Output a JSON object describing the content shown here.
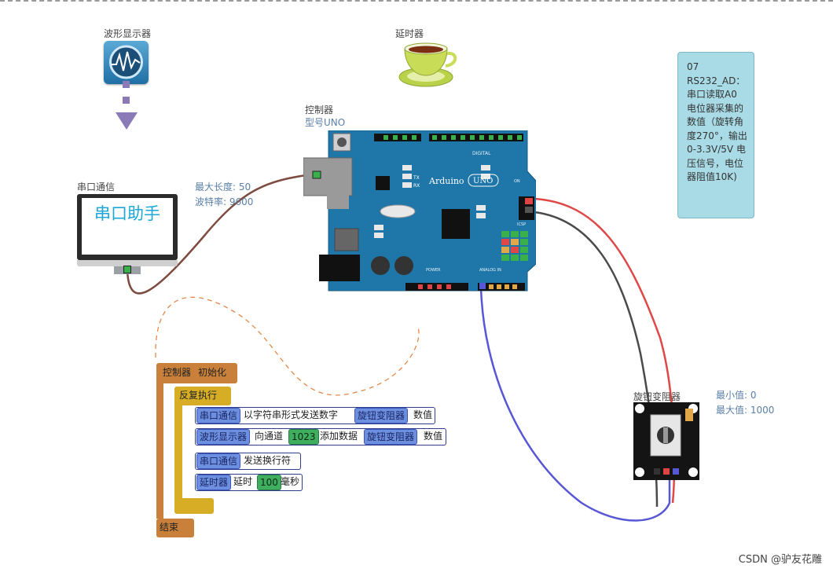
{
  "components": {
    "scope": {
      "label": "波形显示器"
    },
    "delay": {
      "label": "延时器"
    },
    "controller": {
      "label": "控制器",
      "model": "型号UNO"
    },
    "serial": {
      "label": "串口通信",
      "screen_text": "串口助手",
      "max_length": "最大长度: 50",
      "baud_rate": "波特率: 9600"
    },
    "potentiometer": {
      "label": "旋钮变阻器",
      "min": "最小值: 0",
      "max": "最大值: 1000"
    }
  },
  "board": {
    "name": "Arduino",
    "model": "UNO",
    "digital": "DIGITAL",
    "analog": "ANALOG IN",
    "power": "POWER",
    "icsp": "ICSP",
    "on": "ON",
    "tx": "TX",
    "rx": "RX"
  },
  "note": {
    "text": "07 RS232_AD：串口读取A0 电位器采集的数值（旋转角度270°，输出0-3.3V/5V 电压信号，电位器阻值10K)"
  },
  "program": {
    "init_target": "控制器",
    "init_action": "初始化",
    "loop_label": "反复执行",
    "statements": [
      {
        "target": "串口通信",
        "text1": "以字符串形式发送数字",
        "arg_target": "旋钮变阻器",
        "arg_prop": "数值"
      },
      {
        "target": "波形显示器",
        "text1": "向通道",
        "num": "1023",
        "text2": "添加数据",
        "arg_target": "旋钮变阻器",
        "arg_prop": "数值"
      },
      {
        "target": "串口通信",
        "text1": "发送换行符"
      },
      {
        "target": "延时器",
        "text1": "延时",
        "num": "100",
        "text2": "毫秒"
      }
    ],
    "end_label": "结束"
  },
  "watermark": "CSDN @驴友花雕",
  "colors": {
    "wire_brown": "#7d4b3f",
    "wire_red": "#e04848",
    "wire_black": "#4a4a4a",
    "wire_blue": "#5757d6",
    "dashed_orange": "#e48848",
    "board_blue": "#1f76a8",
    "note_bg": "#a9dbe6"
  },
  "icons": [
    "oscilloscope-icon",
    "teacup-icon",
    "monitor-icon",
    "arduino-board",
    "potentiometer-icon",
    "arrow-down-icon"
  ]
}
